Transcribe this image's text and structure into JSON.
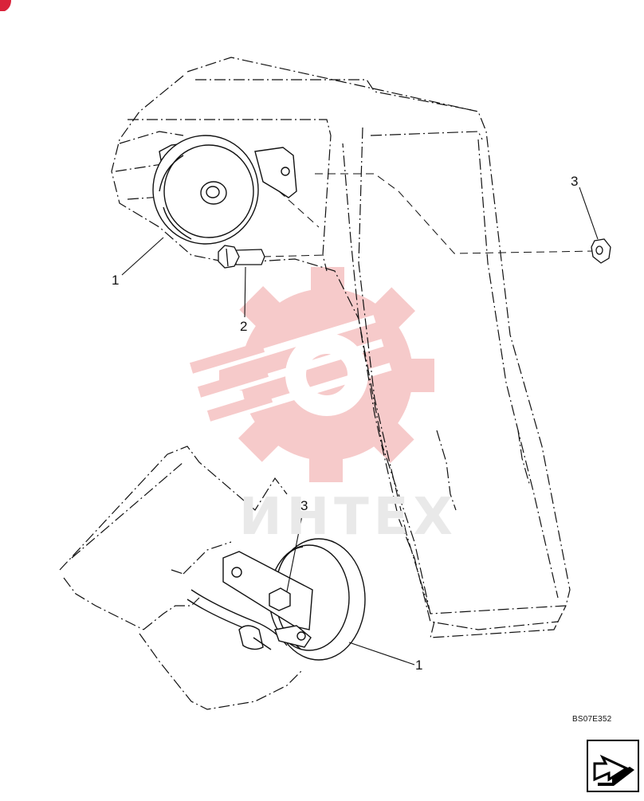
{
  "diagram": {
    "callouts": {
      "c1_top": "1",
      "c2": "2",
      "c3_top": "3",
      "c3_bottom": "3",
      "c1_bottom": "1"
    },
    "drawing_code": "BS07E352",
    "watermark_text": "ИНТЕХ",
    "colors": {
      "line": "#111111",
      "watermark": "#f6c5c5",
      "corner_mark": "#d9223a"
    }
  },
  "navigation": {
    "next_icon": "arrow-icon"
  }
}
